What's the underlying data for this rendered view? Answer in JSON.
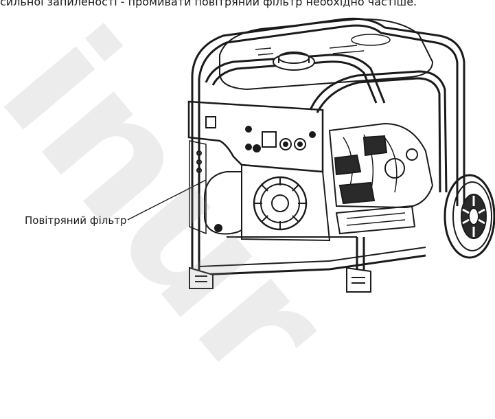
{
  "document": {
    "top_text": "сильної запиленості - промивати повітряний фільтр необхідно частіше.",
    "callout_label": "Повітряний фільтр",
    "watermark": "inur"
  },
  "colors": {
    "line": "#1a1a1a",
    "fill_dark": "#2a2a2a",
    "watermark": "#999999"
  }
}
